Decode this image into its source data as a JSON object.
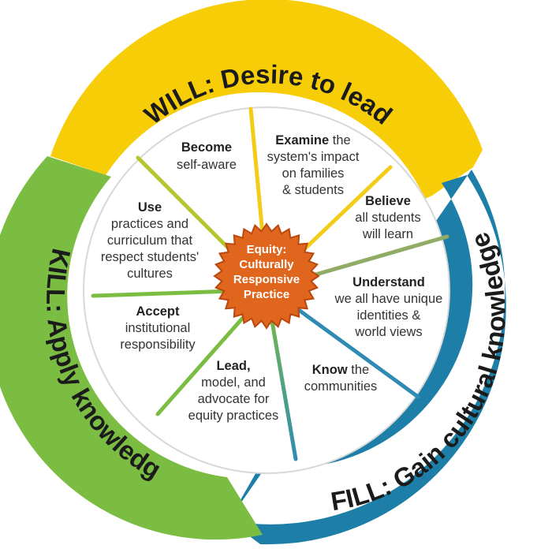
{
  "arcs": {
    "will": {
      "label": "WILL: Desire to lead",
      "color": "#f6cd07"
    },
    "fill": {
      "label": "FILL: Gain cultural knowledge",
      "color": "#1d7ea8"
    },
    "skill": {
      "label": "SKILL: Apply knowledge",
      "color": "#7bbd43"
    }
  },
  "center": {
    "lines": [
      "Equity:",
      "Culturally",
      "Responsive",
      "Practice"
    ],
    "color": "#e0651d"
  },
  "segments": [
    {
      "key": "become",
      "bold": "Become",
      "rest": [
        "self-aware"
      ]
    },
    {
      "key": "examine",
      "bold": "Examine",
      "bold_tail": " the",
      "rest": [
        "system's impact",
        "on families",
        "& students"
      ]
    },
    {
      "key": "believe",
      "bold": "Believe",
      "rest": [
        "all students",
        "will learn"
      ]
    },
    {
      "key": "understand",
      "bold": "Understand",
      "rest": [
        "we all have unique",
        "identities &",
        "world views"
      ]
    },
    {
      "key": "know",
      "bold": "Know",
      "bold_tail": " the",
      "rest": [
        "communities"
      ]
    },
    {
      "key": "lead",
      "bold": "Lead,",
      "rest": [
        "model, and",
        "advocate for",
        "equity practices"
      ]
    },
    {
      "key": "accept",
      "bold": "Accept",
      "rest": [
        "institutional",
        "responsibility"
      ]
    },
    {
      "key": "use",
      "bold": "Use",
      "rest": [
        "practices and",
        "curriculum that",
        "respect students'",
        "cultures"
      ]
    }
  ]
}
